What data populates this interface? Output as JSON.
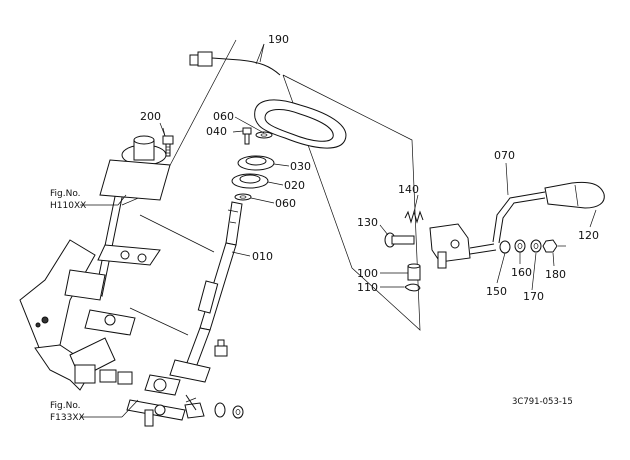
{
  "diagram": {
    "drawing_code": "3C791-053-15",
    "parts": [
      {
        "id": "p190",
        "number": "190"
      },
      {
        "id": "p200",
        "number": "200"
      },
      {
        "id": "p060a",
        "number": "060"
      },
      {
        "id": "p040",
        "number": "040"
      },
      {
        "id": "p030",
        "number": "030"
      },
      {
        "id": "p020",
        "number": "020"
      },
      {
        "id": "p060b",
        "number": "060"
      },
      {
        "id": "p010",
        "number": "010"
      },
      {
        "id": "p070",
        "number": "070"
      },
      {
        "id": "p140",
        "number": "140"
      },
      {
        "id": "p130",
        "number": "130"
      },
      {
        "id": "p120",
        "number": "120"
      },
      {
        "id": "p160",
        "number": "160"
      },
      {
        "id": "p180",
        "number": "180"
      },
      {
        "id": "p100",
        "number": "100"
      },
      {
        "id": "p110",
        "number": "110"
      },
      {
        "id": "p150",
        "number": "150"
      },
      {
        "id": "p170",
        "number": "170"
      }
    ],
    "figure_refs": [
      {
        "id": "ref_h110",
        "line1": "Fig.No.",
        "line2": "H110XX"
      },
      {
        "id": "ref_f133",
        "line1": "Fig.No.",
        "line2": "F133XX"
      }
    ]
  }
}
